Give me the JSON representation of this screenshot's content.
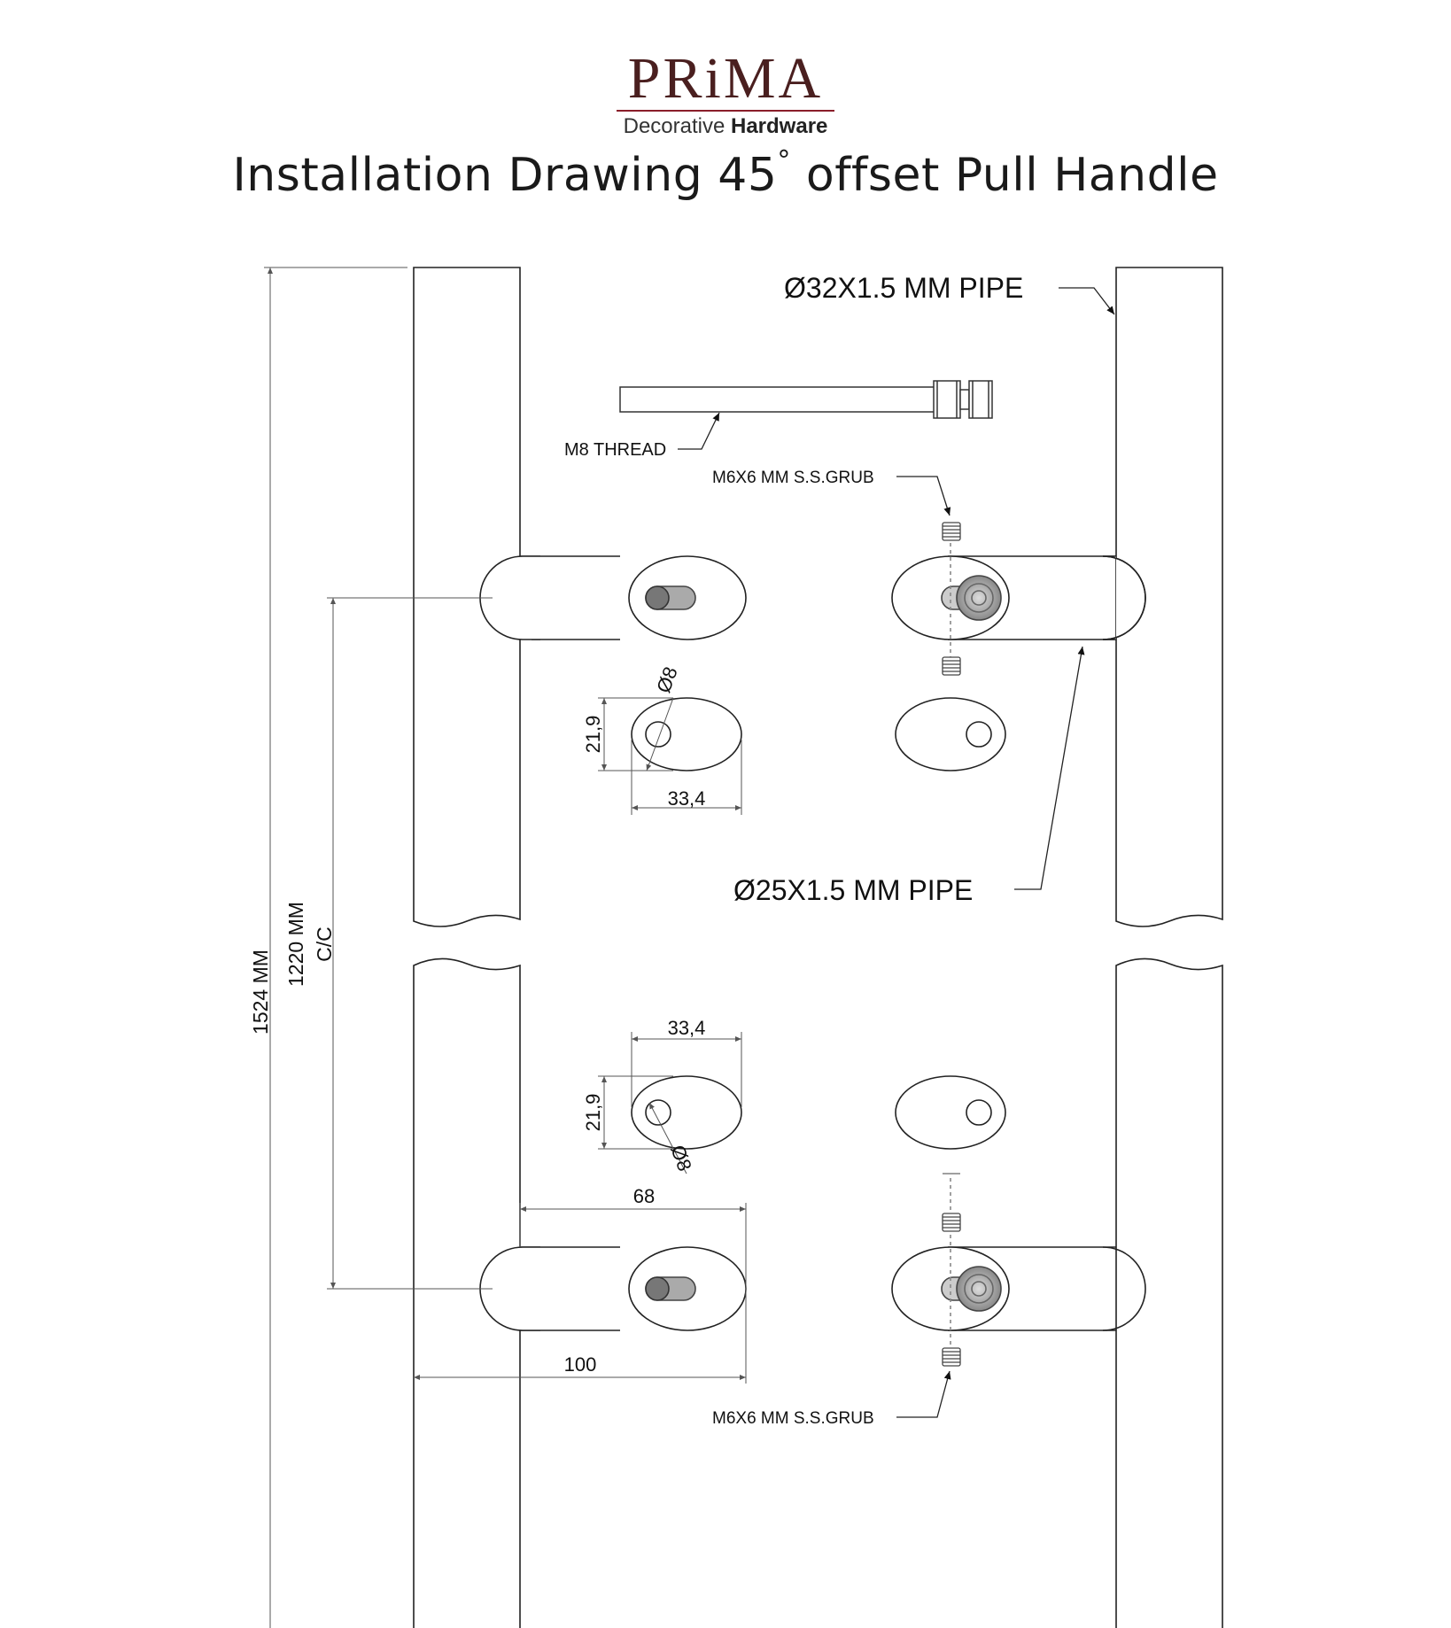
{
  "brand": {
    "name": "PRiMA",
    "subtitle_light": "Decorative",
    "subtitle_bold": "Hardware",
    "accent_color": "#8a1e2a",
    "text_color": "#4a1f1f"
  },
  "title": {
    "main": "Installation Drawing 45",
    "degree": "°",
    "rest": " offset Pull Handle"
  },
  "labels": {
    "pipe_32": "Ø32X1.5 MM PIPE",
    "pipe_25": "Ø25X1.5 MM PIPE",
    "m8_thread": "M8 THREAD",
    "grub_top": "M6X6 MM S.S.GRUB",
    "grub_bottom": "M6X6 MM S.S.GRUB"
  },
  "dimensions": {
    "overall": "1524 MM",
    "cc_value": "1220 MM",
    "cc_label": "C/C",
    "hole_dia_top": "Ø8",
    "hole_dia_bottom": "Ø8",
    "oval_height_top": "21,9",
    "oval_height_bottom": "21,9",
    "oval_width_top": "33,4",
    "oval_width_bottom": "33,4",
    "offset_68": "68",
    "offset_100": "100"
  }
}
